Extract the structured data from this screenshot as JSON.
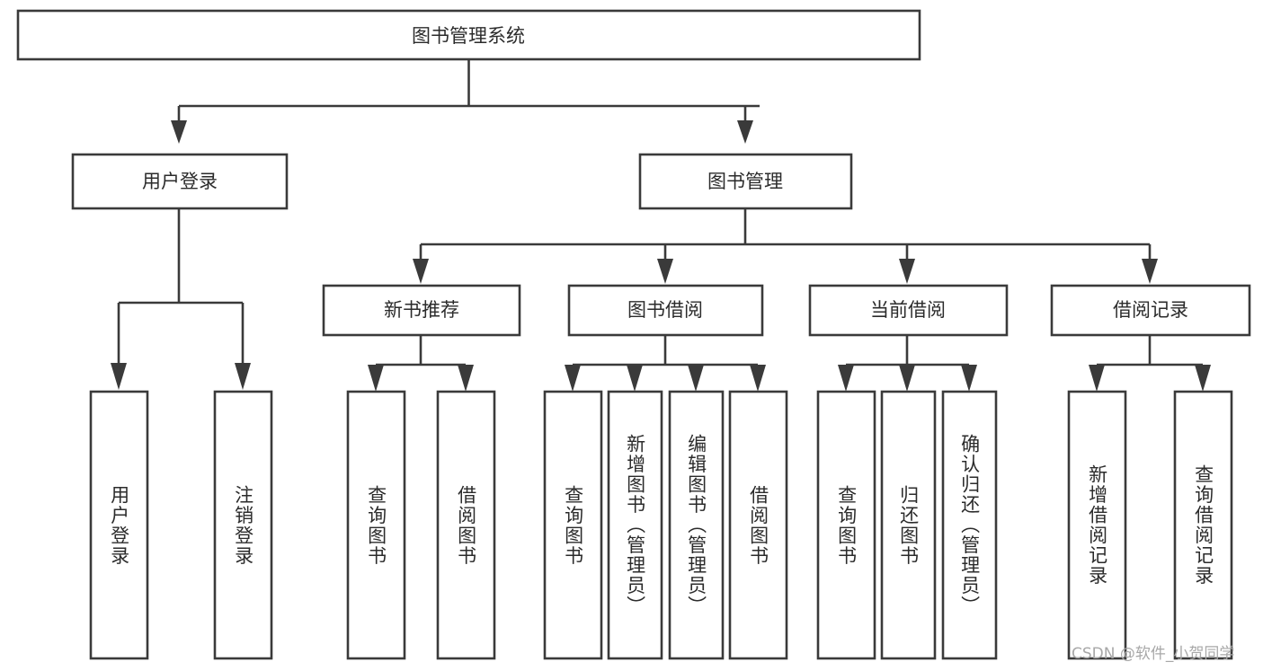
{
  "diagram": {
    "type": "tree",
    "title": "图书管理系统",
    "style": {
      "background": "#ffffff",
      "box_fill": "#ffffff",
      "box_stroke": "#3a3a3a",
      "text_color": "#2b2b2b",
      "watermark_color": "#a8a8a8"
    },
    "root": {
      "id": "root",
      "label": "图书管理系统"
    },
    "level2": [
      {
        "id": "user-login",
        "label": "用户登录"
      },
      {
        "id": "book-manage",
        "label": "图书管理"
      }
    ],
    "level3": [
      {
        "id": "new-book-rec",
        "label": "新书推荐",
        "parent": "book-manage"
      },
      {
        "id": "book-borrow",
        "label": "图书借阅",
        "parent": "book-manage"
      },
      {
        "id": "current-borrow",
        "label": "当前借阅",
        "parent": "book-manage"
      },
      {
        "id": "borrow-record",
        "label": "借阅记录",
        "parent": "book-manage"
      }
    ],
    "leaves": [
      {
        "id": "leaf-user-login",
        "label": "用户登录",
        "parent": "user-login"
      },
      {
        "id": "leaf-user-logout",
        "label": "注销登录",
        "parent": "user-login"
      },
      {
        "id": "leaf-query-book-1",
        "label": "查询图书",
        "parent": "new-book-rec"
      },
      {
        "id": "leaf-borrow-book-1",
        "label": "借阅图书",
        "parent": "new-book-rec"
      },
      {
        "id": "leaf-query-book-2",
        "label": "查询图书",
        "parent": "book-borrow"
      },
      {
        "id": "leaf-add-book",
        "label": "新增图书（管理员）",
        "parent": "book-borrow"
      },
      {
        "id": "leaf-edit-book",
        "label": "编辑图书（管理员）",
        "parent": "book-borrow"
      },
      {
        "id": "leaf-borrow-book-2",
        "label": "借阅图书",
        "parent": "book-borrow"
      },
      {
        "id": "leaf-query-book-3",
        "label": "查询图书",
        "parent": "current-borrow"
      },
      {
        "id": "leaf-return-book",
        "label": "归还图书",
        "parent": "current-borrow"
      },
      {
        "id": "leaf-confirm-return",
        "label": "确认归还（管理员）",
        "parent": "current-borrow"
      },
      {
        "id": "leaf-add-record",
        "label": "新增借阅记录",
        "parent": "borrow-record"
      },
      {
        "id": "leaf-query-record",
        "label": "查询借阅记录",
        "parent": "borrow-record"
      }
    ],
    "watermark": "CSDN @软件_小贺同学"
  }
}
